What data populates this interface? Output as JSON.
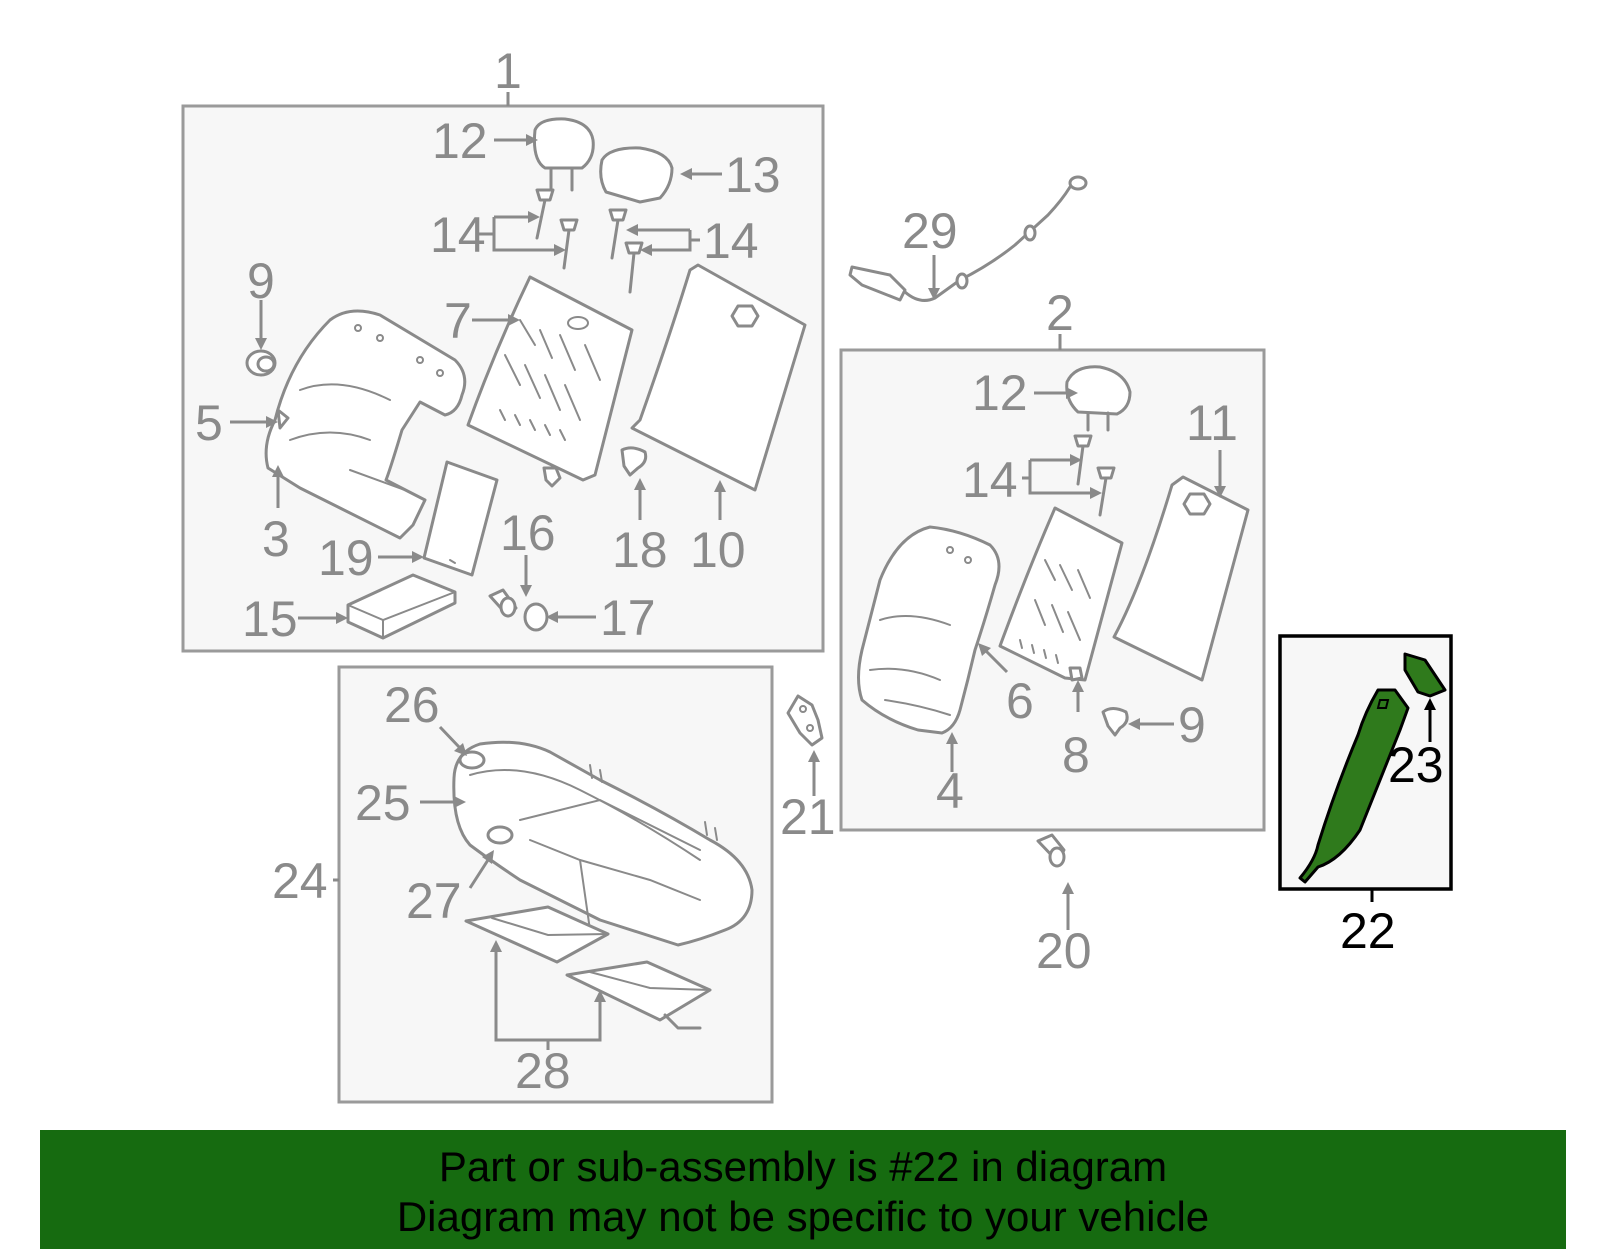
{
  "colors": {
    "highlight_part": "#2f7a1c",
    "banner_background": "#166b10",
    "line_gray": "#8a8a8a",
    "box_fill": "#f7f7f7"
  },
  "callouts": {
    "c1": "1",
    "c2": "2",
    "c3": "3",
    "c4": "4",
    "c5": "5",
    "c6": "6",
    "c7": "7",
    "c8": "8",
    "c9a": "9",
    "c9b": "9",
    "c10": "10",
    "c11": "11",
    "c12a": "12",
    "c12b": "12",
    "c13": "13",
    "c14a": "14",
    "c14b": "14",
    "c14c": "14",
    "c15": "15",
    "c16": "16",
    "c17": "17",
    "c18": "18",
    "c19": "19",
    "c20": "20",
    "c21": "21",
    "c22": "22",
    "c23": "23",
    "c24": "24",
    "c25": "25",
    "c26": "26",
    "c27": "27",
    "c28": "28",
    "c29": "29"
  },
  "banner": {
    "line1": "Part or sub-assembly is #22 in diagram",
    "line2": "Diagram may not be specific to your vehicle"
  }
}
